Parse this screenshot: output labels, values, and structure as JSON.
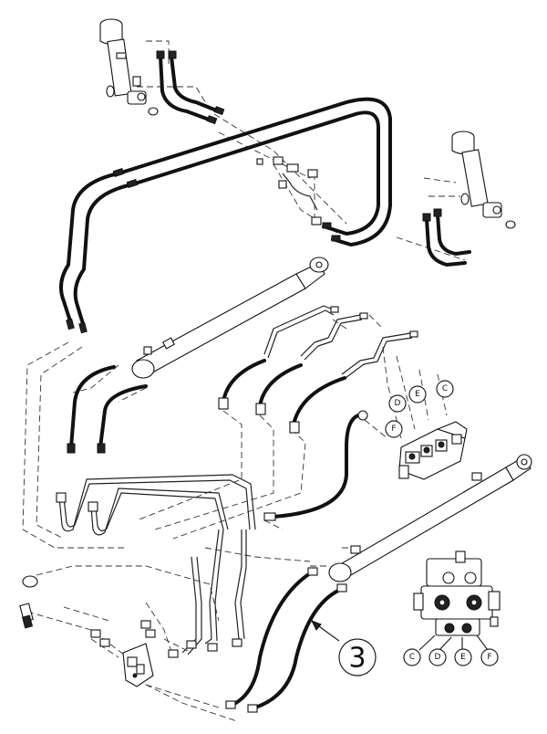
{
  "callouts": {
    "main_number": "3",
    "top_labels": [
      "D",
      "E",
      "C",
      "F"
    ],
    "bottom_labels": [
      "C",
      "D",
      "E",
      "F"
    ]
  }
}
